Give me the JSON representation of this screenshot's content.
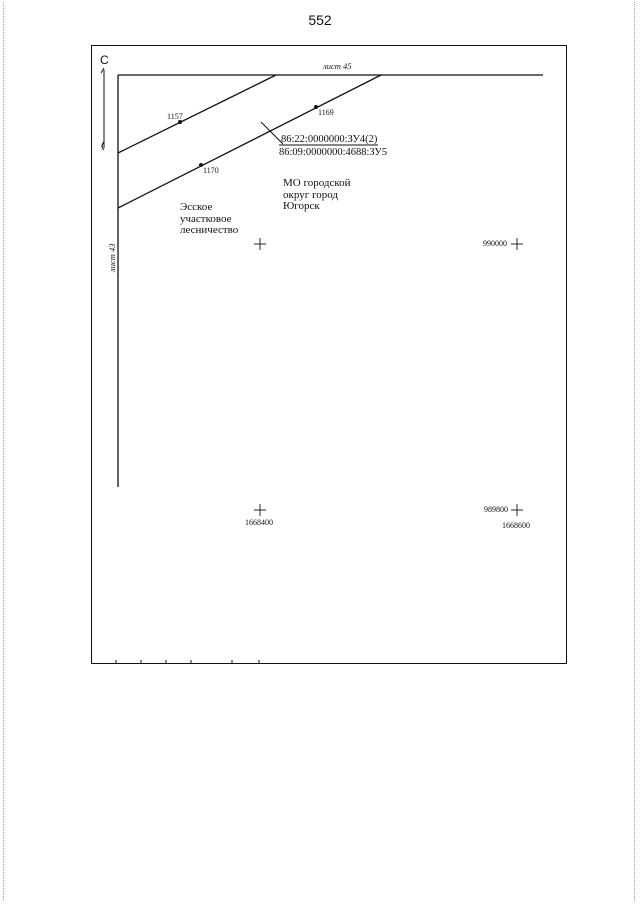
{
  "page": {
    "number": "552"
  },
  "map": {
    "north_letter": "С",
    "sheet_top": "лист 45",
    "sheet_left": "лист 43",
    "points": [
      {
        "id": "1157"
      },
      {
        "id": "1169"
      },
      {
        "id": "1170"
      }
    ],
    "cadastral": {
      "line1": "86:22:0000000:ЗУ4(2)",
      "line2": "86:09:0000000:4688:ЗУ5"
    },
    "areas": {
      "municipal": [
        "МО городской",
        "округ город",
        "Югорск"
      ],
      "forestry": [
        "Эсское",
        "участковое",
        "лесничество"
      ]
    },
    "grid": {
      "y_top": "990000",
      "y_bottom": "989800",
      "x_left": "1668400",
      "x_right": "1668600"
    }
  }
}
